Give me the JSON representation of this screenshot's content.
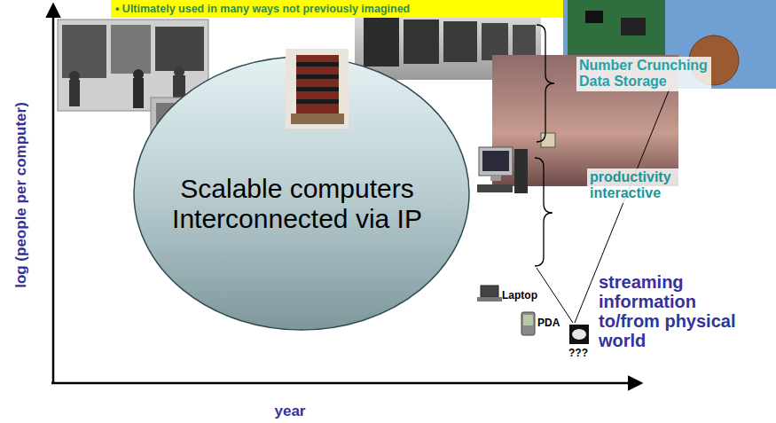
{
  "diagram": {
    "nodes": [
      {
        "text": [
          "• Ultimately used in many ways not previously imagined"
        ]
      },
      {
        "text": [
          "Scalable computers Interconnected via IP"
        ]
      }
    ],
    "labels": [
      "Number Crunching Data Storage",
      "productivity interactive",
      "Laptop",
      "PDA",
      "???",
      "streaming information to/from physical world",
      "log (people per computer)",
      "year"
    ]
  }
}
